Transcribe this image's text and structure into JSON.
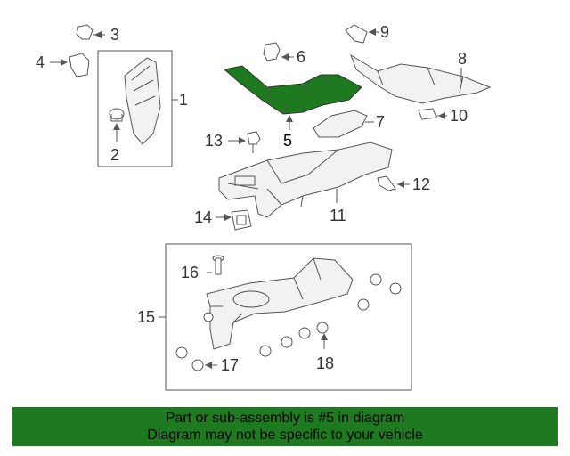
{
  "diagram": {
    "highlight_color": "#1e7a1e",
    "highlighted_part": "5",
    "callouts": [
      "1",
      "2",
      "3",
      "4",
      "5",
      "6",
      "7",
      "8",
      "9",
      "10",
      "11",
      "12",
      "13",
      "14",
      "15",
      "16",
      "17",
      "18"
    ]
  },
  "banner": {
    "line1": "Part or sub-assembly is #5 in diagram",
    "line2": "Diagram may not be specific to your vehicle",
    "background": "#1e7a1e"
  }
}
